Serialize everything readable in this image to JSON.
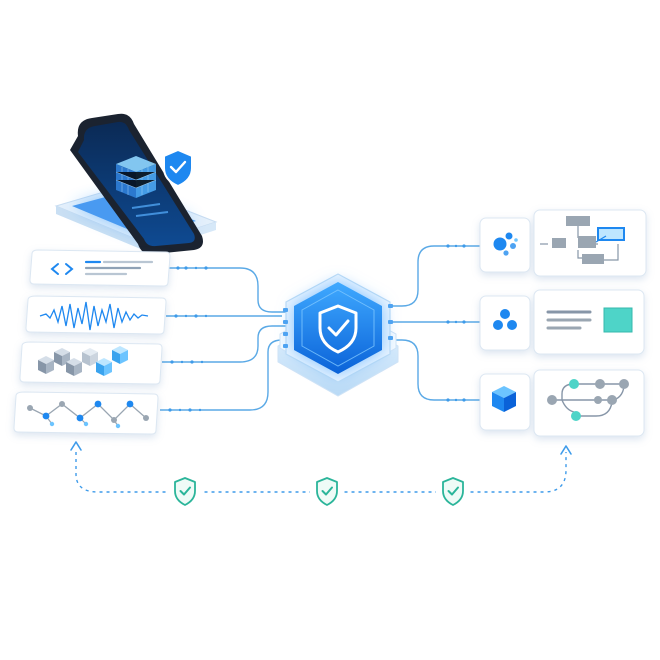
{
  "diagram": {
    "colors": {
      "accent": "#1E88F0",
      "accent_light": "#6CC4FF",
      "line": "#5AA9E6",
      "node_gray": "#9AA6B2",
      "teal": "#4ED4C8",
      "shield_green": "#2BB59A",
      "card_border": "#DCE7F2"
    },
    "icons": {
      "phone": "smartphone-icon",
      "center": "shield-check-icon",
      "code": "code-brackets-icon",
      "audio": "audio-waveform-icon",
      "cubes": "cube-stack-icon",
      "graph": "network-graph-icon",
      "right_1": "bubbles-icon",
      "right_2": "three-dots-icon",
      "right_3": "box-icon",
      "guard": "shield-check-green-icon"
    },
    "left_inputs": [
      "code",
      "audio",
      "cubes",
      "graph"
    ],
    "right_outputs": [
      "flowchart",
      "document",
      "node-graph"
    ],
    "guard_count": 3
  }
}
